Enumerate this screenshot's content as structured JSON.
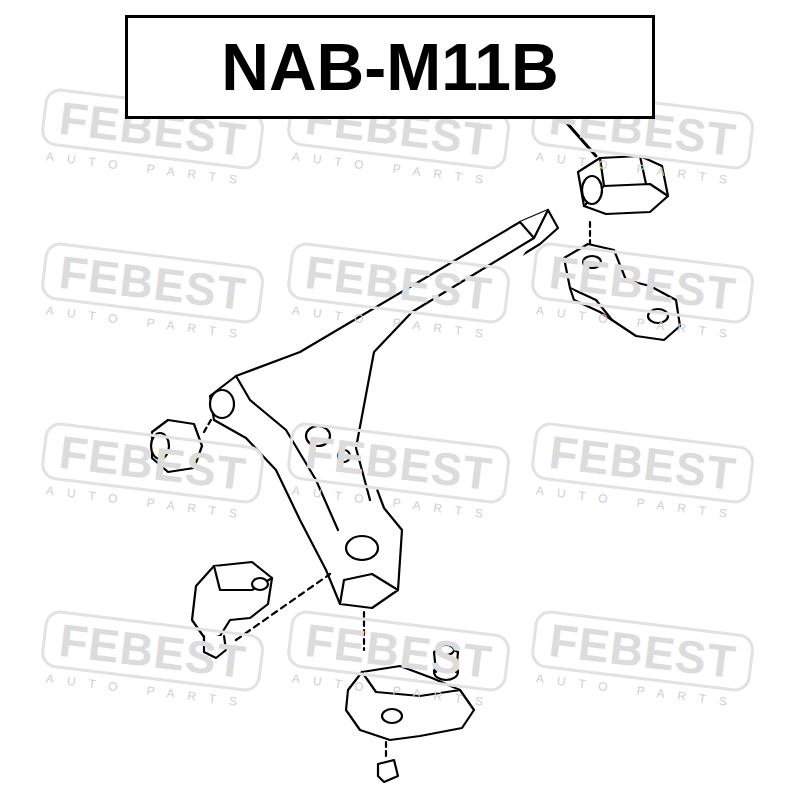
{
  "diagram": {
    "nodes": [
      {
        "text": [
          "NAB-M11B"
        ]
      }
    ],
    "labels": [
      "FEBEST",
      "AUTO PARTS",
      "FEBEST",
      "AUTO PARTS",
      "FEBEST",
      "AUTO PARTS",
      "FEBEST",
      "AUTO PARTS",
      "FEBEST",
      "AUTO PARTS",
      "FEBEST",
      "AUTO PARTS",
      "FEBEST",
      "AUTO PARTS",
      "FEBEST",
      "AUTO PARTS",
      "FEBEST",
      "AUTO PARTS",
      "FEBEST",
      "AUTO PARTS",
      "FEBEST",
      "AUTO PARTS",
      "FEBEST",
      "AUTO PARTS"
    ]
  }
}
